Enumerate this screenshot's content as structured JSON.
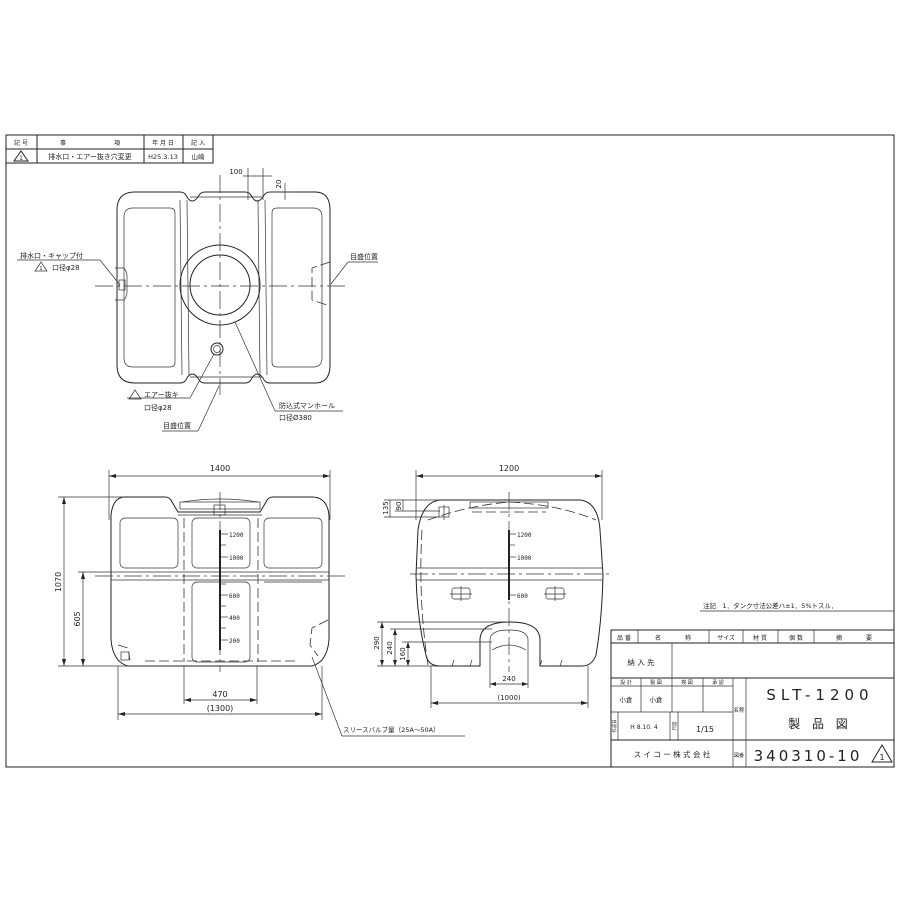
{
  "revision_table": {
    "headers": [
      "記 号",
      "事　　　　　　　　項",
      "年 月 日",
      "記 入"
    ],
    "rows": [
      {
        "mark": "1",
        "description": "排水口・エアー抜き穴変更",
        "date": "H25.3.13",
        "by": "山崎"
      }
    ]
  },
  "top_view": {
    "dim_100": "100",
    "dim_20": "20",
    "label_drain_line1": "排水口・キャップ付",
    "label_drain_line2": "口径φ28",
    "label_scale_right": "目盛位置",
    "label_air_line1": "エアー抜キ",
    "label_air_line2": "口径φ28",
    "label_scale_bottom": "目盛位置",
    "label_manhole_line1": "防込式マンホール",
    "label_manhole_line2": "口径Ø380"
  },
  "front_view": {
    "width_dim": "1400",
    "height_dim": "1070",
    "drain_height_dim": "605",
    "inner_dim": "470",
    "base_dim": "(1300)",
    "scale_marks": [
      "1200",
      "1000",
      "600",
      "400",
      "200"
    ],
    "valve_label": "スリースバルブ量（25A〜50A）"
  },
  "side_view": {
    "width_dim": "1200",
    "dim_135": "135",
    "dim_90": "90",
    "dim_290": "290",
    "dim_240v": "240",
    "dim_160": "160",
    "dim_240h": "240",
    "base_dim": "(1000)",
    "scale_marks": [
      "1200",
      "1000",
      "600"
    ]
  },
  "notes": {
    "text": "注記　1．タンク寸法公差ハ±1．5%トスル．"
  },
  "title_block": {
    "header": [
      "品 番",
      "名　　　　称",
      "サイズ",
      "材 質",
      "個 数",
      "摘　　　　要"
    ],
    "delivery_label": "納 入 先",
    "delivery_value": "",
    "roles": [
      "設 計",
      "製 図",
      "検 図",
      "承 認"
    ],
    "names": [
      "小倉",
      "小倉",
      "",
      ""
    ],
    "date_label": "作成日",
    "date_value": "H 8.10. 4",
    "scale_label": "尺度",
    "scale_value": "1/15",
    "name_label": "名称",
    "model": "SLT-1200",
    "drawing_type": "製 品 図",
    "company": "ス イ コ ー 株 式 会 社",
    "drawing_no_label": "図番",
    "drawing_no": "340310-10",
    "revision_mark": "1"
  }
}
